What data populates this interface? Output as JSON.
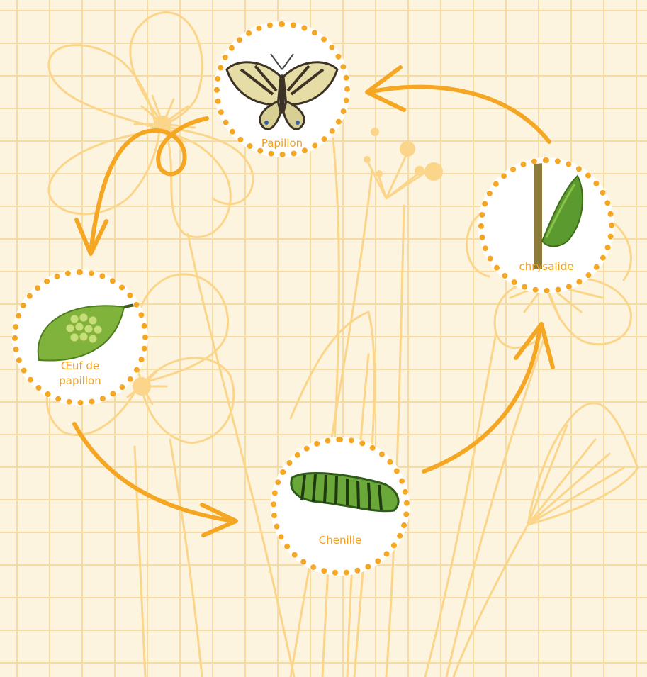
{
  "diagram": {
    "stages": [
      {
        "id": "papillon",
        "label": "Papillon",
        "image": "swallowtail-butterfly"
      },
      {
        "id": "chrysalide",
        "label": "chrysalide",
        "image": "green-chrysalis-on-stem"
      },
      {
        "id": "chenille",
        "label": "Chenille",
        "image": "green-caterpillar"
      },
      {
        "id": "oeuf",
        "label": "Œuf de papillon",
        "image": "eggs-on-leaf"
      }
    ],
    "cycle_order": [
      "Papillon",
      "Œuf de papillon",
      "Chenille",
      "chrysalide",
      "Papillon"
    ],
    "colors": {
      "background": "#fdf4e0",
      "grid": "#f6dca3",
      "flower_outline": "#fbd58a",
      "arrow": "#f5a623",
      "label": "#f0a020"
    }
  }
}
